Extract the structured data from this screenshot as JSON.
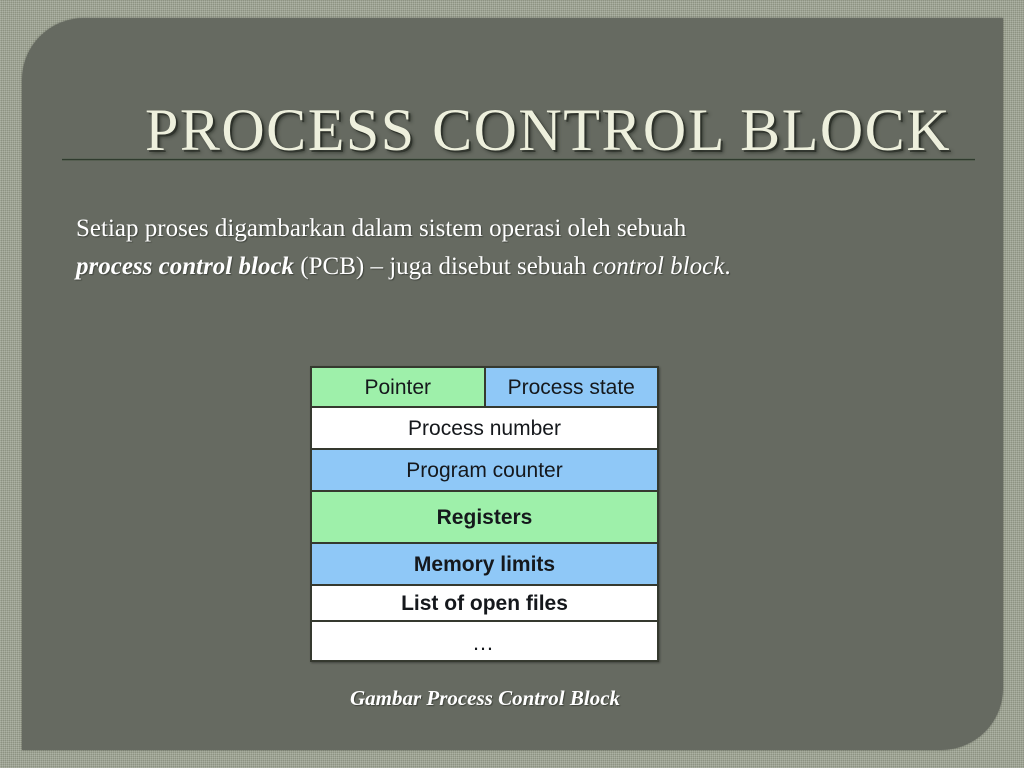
{
  "slide": {
    "title": "PROCESS CONTROL BLOCK",
    "body": {
      "line1": "Setiap proses digambarkan dalam sistem operasi oleh sebuah",
      "line2_bold": "process control block",
      "line2_mid": " (PCB) – juga disebut sebuah ",
      "line2_italic": "control block",
      "line2_end": "."
    },
    "caption": "Gambar Process Control Block"
  },
  "pcb_table": {
    "rows": [
      {
        "cells": [
          {
            "label": "Pointer",
            "color": "green",
            "bold": false
          },
          {
            "label": "Process state",
            "color": "blue",
            "bold": false
          }
        ]
      },
      {
        "cells": [
          {
            "label": "Process number",
            "color": "white",
            "bold": false
          }
        ]
      },
      {
        "cells": [
          {
            "label": "Program counter",
            "color": "blue",
            "bold": false
          }
        ]
      },
      {
        "cells": [
          {
            "label": "Registers",
            "color": "green",
            "bold": true
          }
        ]
      },
      {
        "cells": [
          {
            "label": "Memory limits",
            "color": "blue",
            "bold": true
          }
        ]
      },
      {
        "cells": [
          {
            "label": "List of open files",
            "color": "white",
            "bold": true
          }
        ]
      },
      {
        "cells": [
          {
            "label": "…",
            "color": "white",
            "bold": false
          }
        ]
      }
    ]
  },
  "colors": {
    "outer_background": "#9aa08e",
    "slide_background": "#666a61",
    "title_text": "#eef0dd",
    "rule": "#2f3b2e",
    "cell_green": "#9ef0aa",
    "cell_blue": "#8fc8f7",
    "cell_white": "#ffffff",
    "cell_border": "#35392f",
    "body_text": "#ffffff"
  }
}
